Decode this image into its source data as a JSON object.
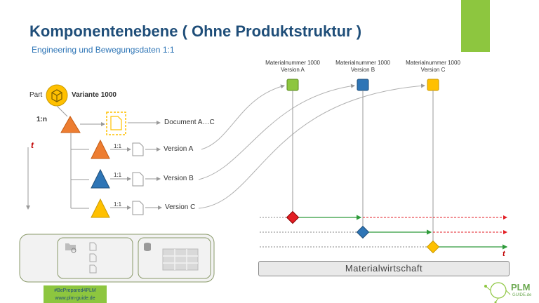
{
  "title": "Komponentenebene ( Ohne Produktstruktur )",
  "subtitle": "Engineering und Bewegungsdaten 1:1",
  "part_label": "Part",
  "variant_label": "Variante 1000",
  "rel_1n": "1:n",
  "rel_11": "1:1",
  "doc_label": "Document A…C",
  "time_label": "t",
  "versions": [
    {
      "name": "Version A",
      "color": "#ed7d31"
    },
    {
      "name": "Version B",
      "color": "#2e75b6"
    },
    {
      "name": "Version C",
      "color": "#ffc000"
    }
  ],
  "materials": [
    {
      "number": "Materialnummer 1000",
      "version": "Version A",
      "color": "#8dc63f"
    },
    {
      "number": "Materialnummer 1000",
      "version": "Version B",
      "color": "#2e75b6"
    },
    {
      "number": "Materialnummer 1000",
      "version": "Version C",
      "color": "#ffc000"
    }
  ],
  "timeline_diamond_colors": [
    "#e31e24",
    "#2e75b6",
    "#ffc000"
  ],
  "timeline_colors": {
    "active": "#2e9b3a",
    "past": "#e31e24",
    "idle": "#888888"
  },
  "materialwirtschaft": "Materialwirtschaft",
  "hashtag": "#BePrepared4PLM",
  "website": "www.plm-guide.de",
  "logo_main": "PLM",
  "logo_sub": "GUIDE.de"
}
